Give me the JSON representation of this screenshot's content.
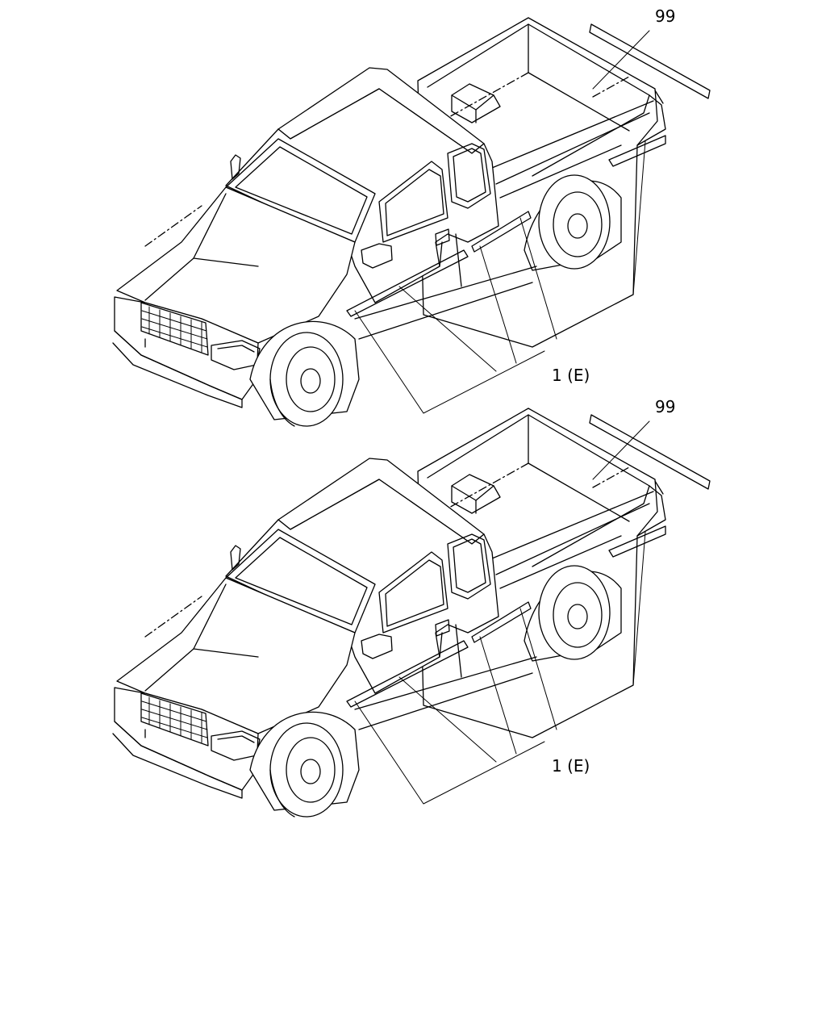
{
  "figure": {
    "top": {
      "callouts": {
        "strip": "99",
        "molding": "1 (E)"
      }
    },
    "bottom": {
      "callouts": {
        "strip": "99",
        "molding": "1 (E)"
      }
    }
  }
}
